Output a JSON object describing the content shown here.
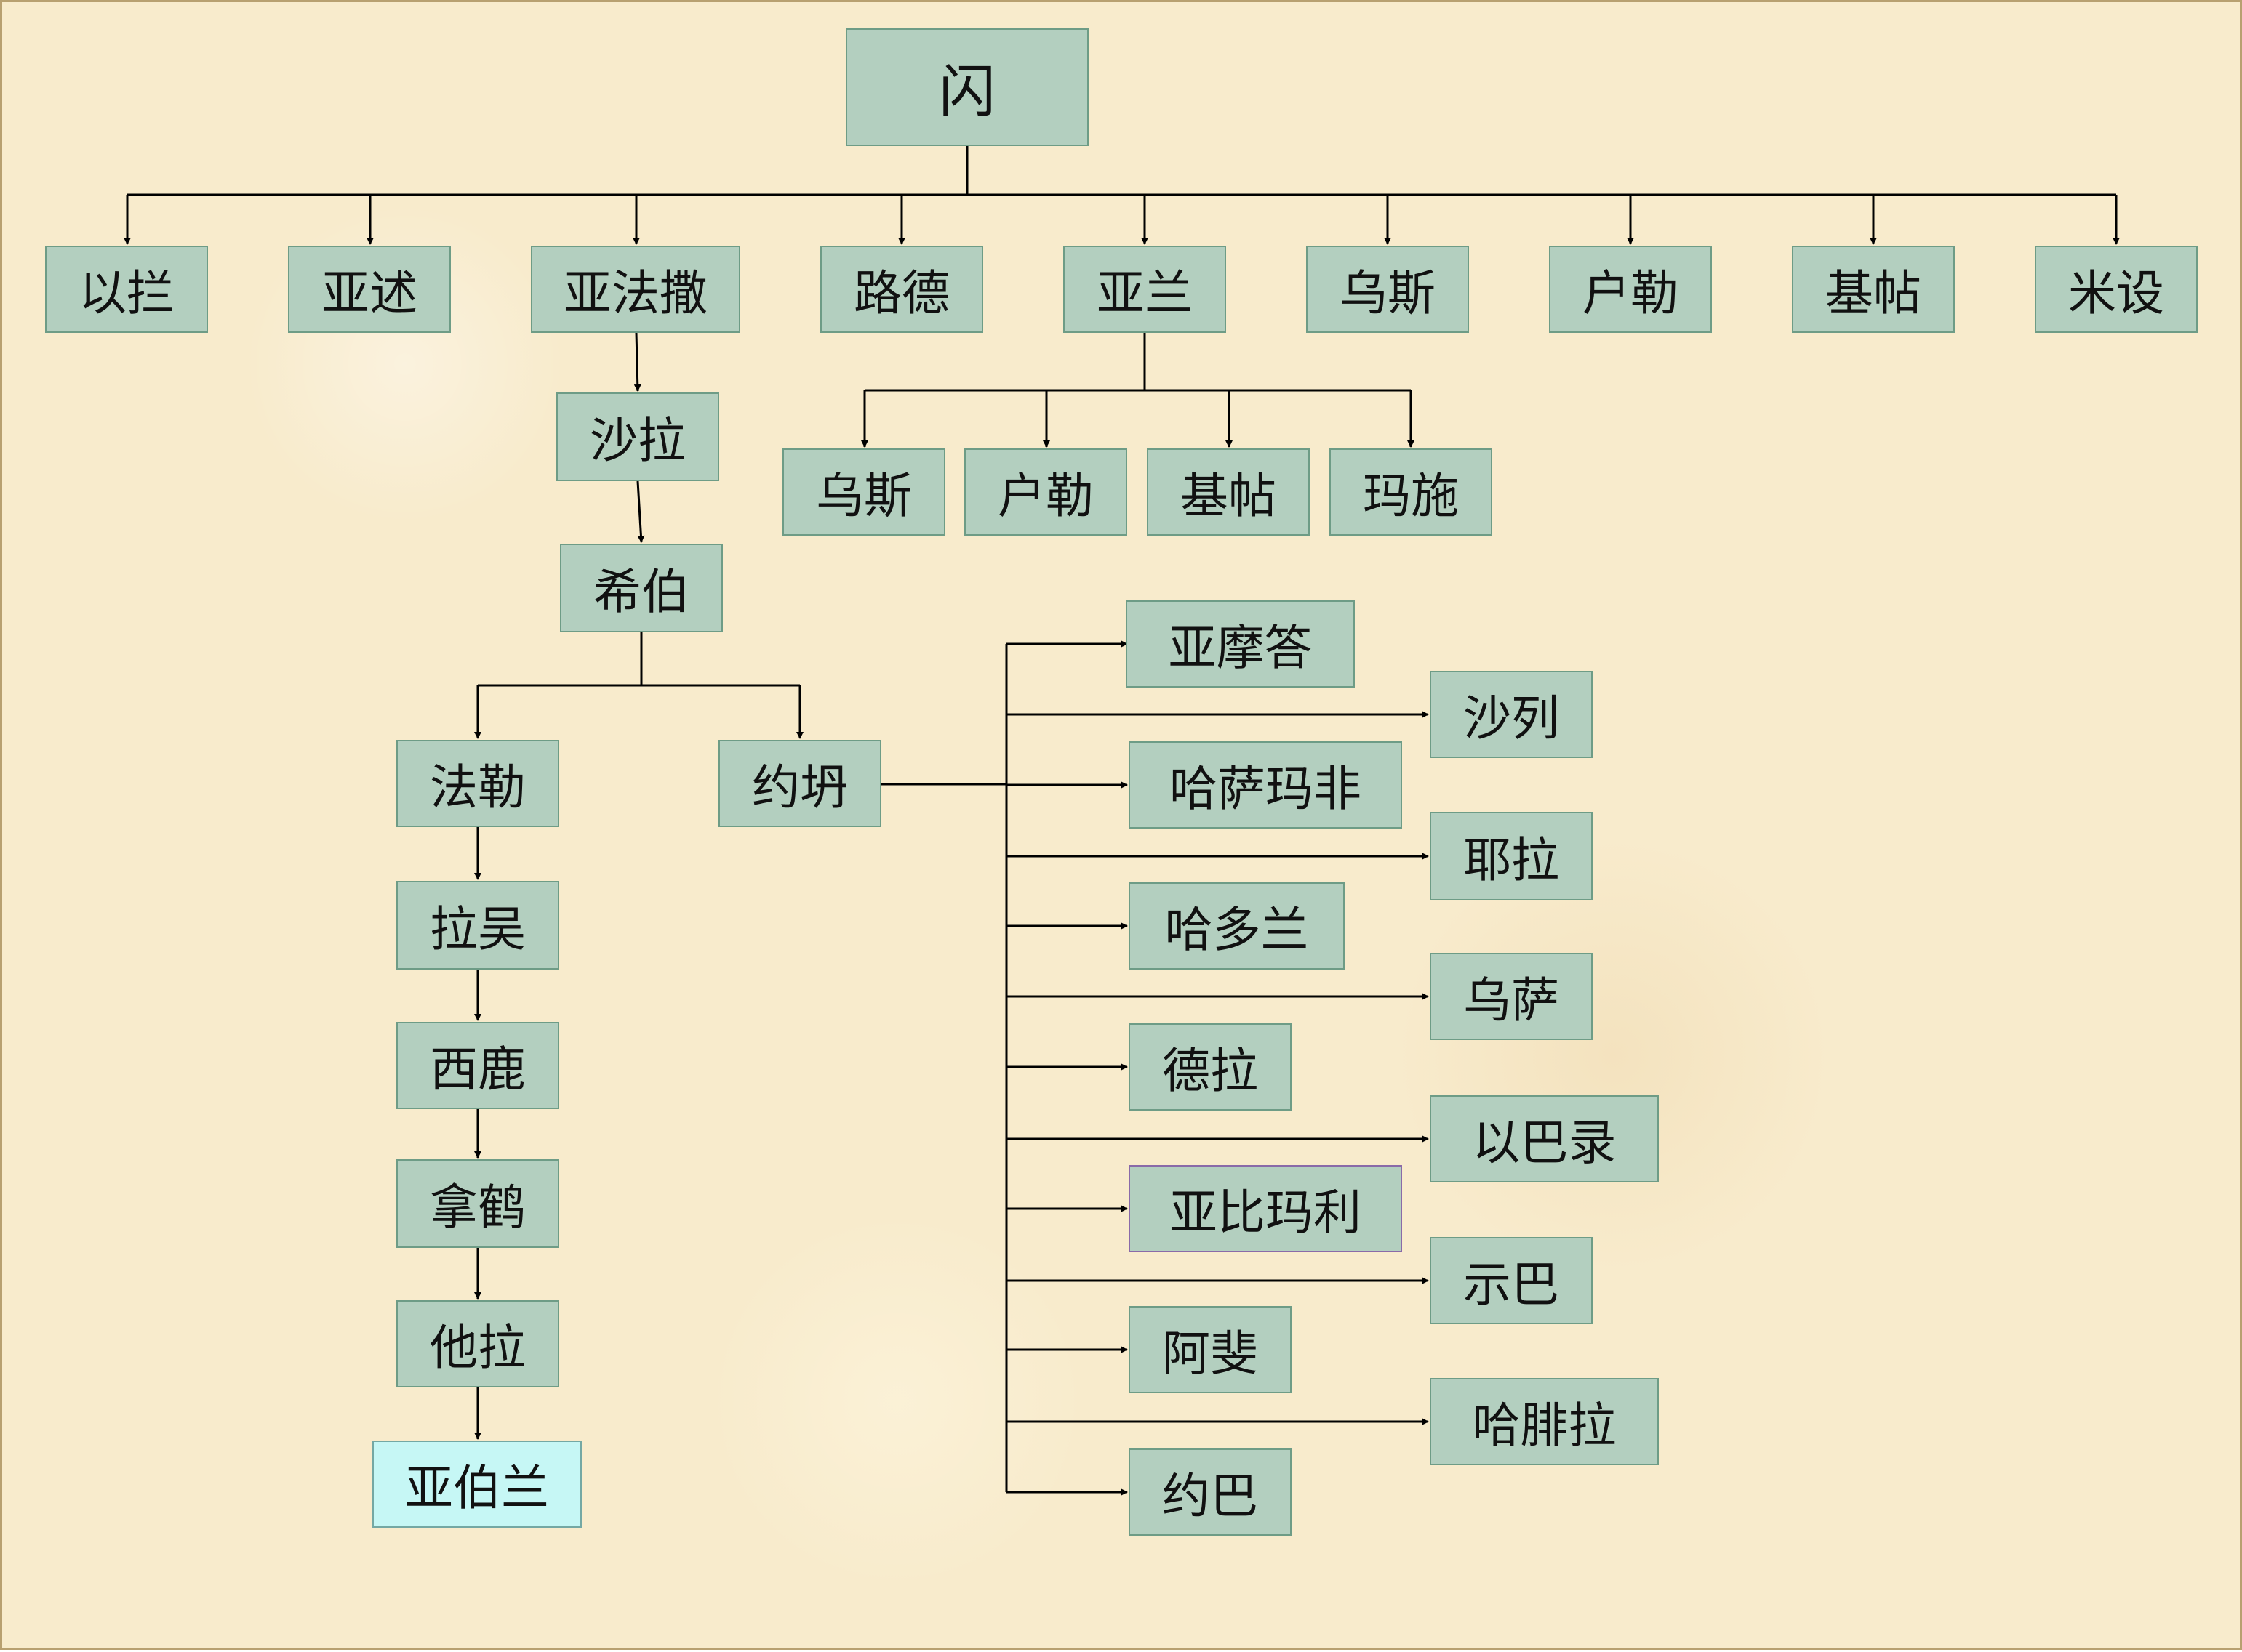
{
  "root": "闪",
  "sons": [
    "以拦",
    "亚述",
    "亚法撒",
    "路德",
    "亚兰",
    "乌斯",
    "户勒",
    "基帖",
    "米设"
  ],
  "aram_sons": [
    "乌斯",
    "户勒",
    "基帖",
    "玛施"
  ],
  "arphaxad_line": [
    "沙拉",
    "希伯"
  ],
  "eber_sons": [
    "法勒",
    "约坍"
  ],
  "peleg_line": [
    "拉吴",
    "西鹿",
    "拿鹤",
    "他拉",
    "亚伯兰"
  ],
  "joktan_sons": [
    "亚摩答",
    "沙列",
    "哈萨玛非",
    "耶拉",
    "哈多兰",
    "乌萨",
    "德拉",
    "以巴录",
    "亚比玛利",
    "示巴",
    "阿斐",
    "哈腓拉",
    "约巴"
  ],
  "colors": {
    "background": "#f8ebcc",
    "box_fill": "#b3cfbf",
    "box_border": "#6e9c86",
    "highlight_fill": "#c6f7f5",
    "line": "#000000"
  }
}
